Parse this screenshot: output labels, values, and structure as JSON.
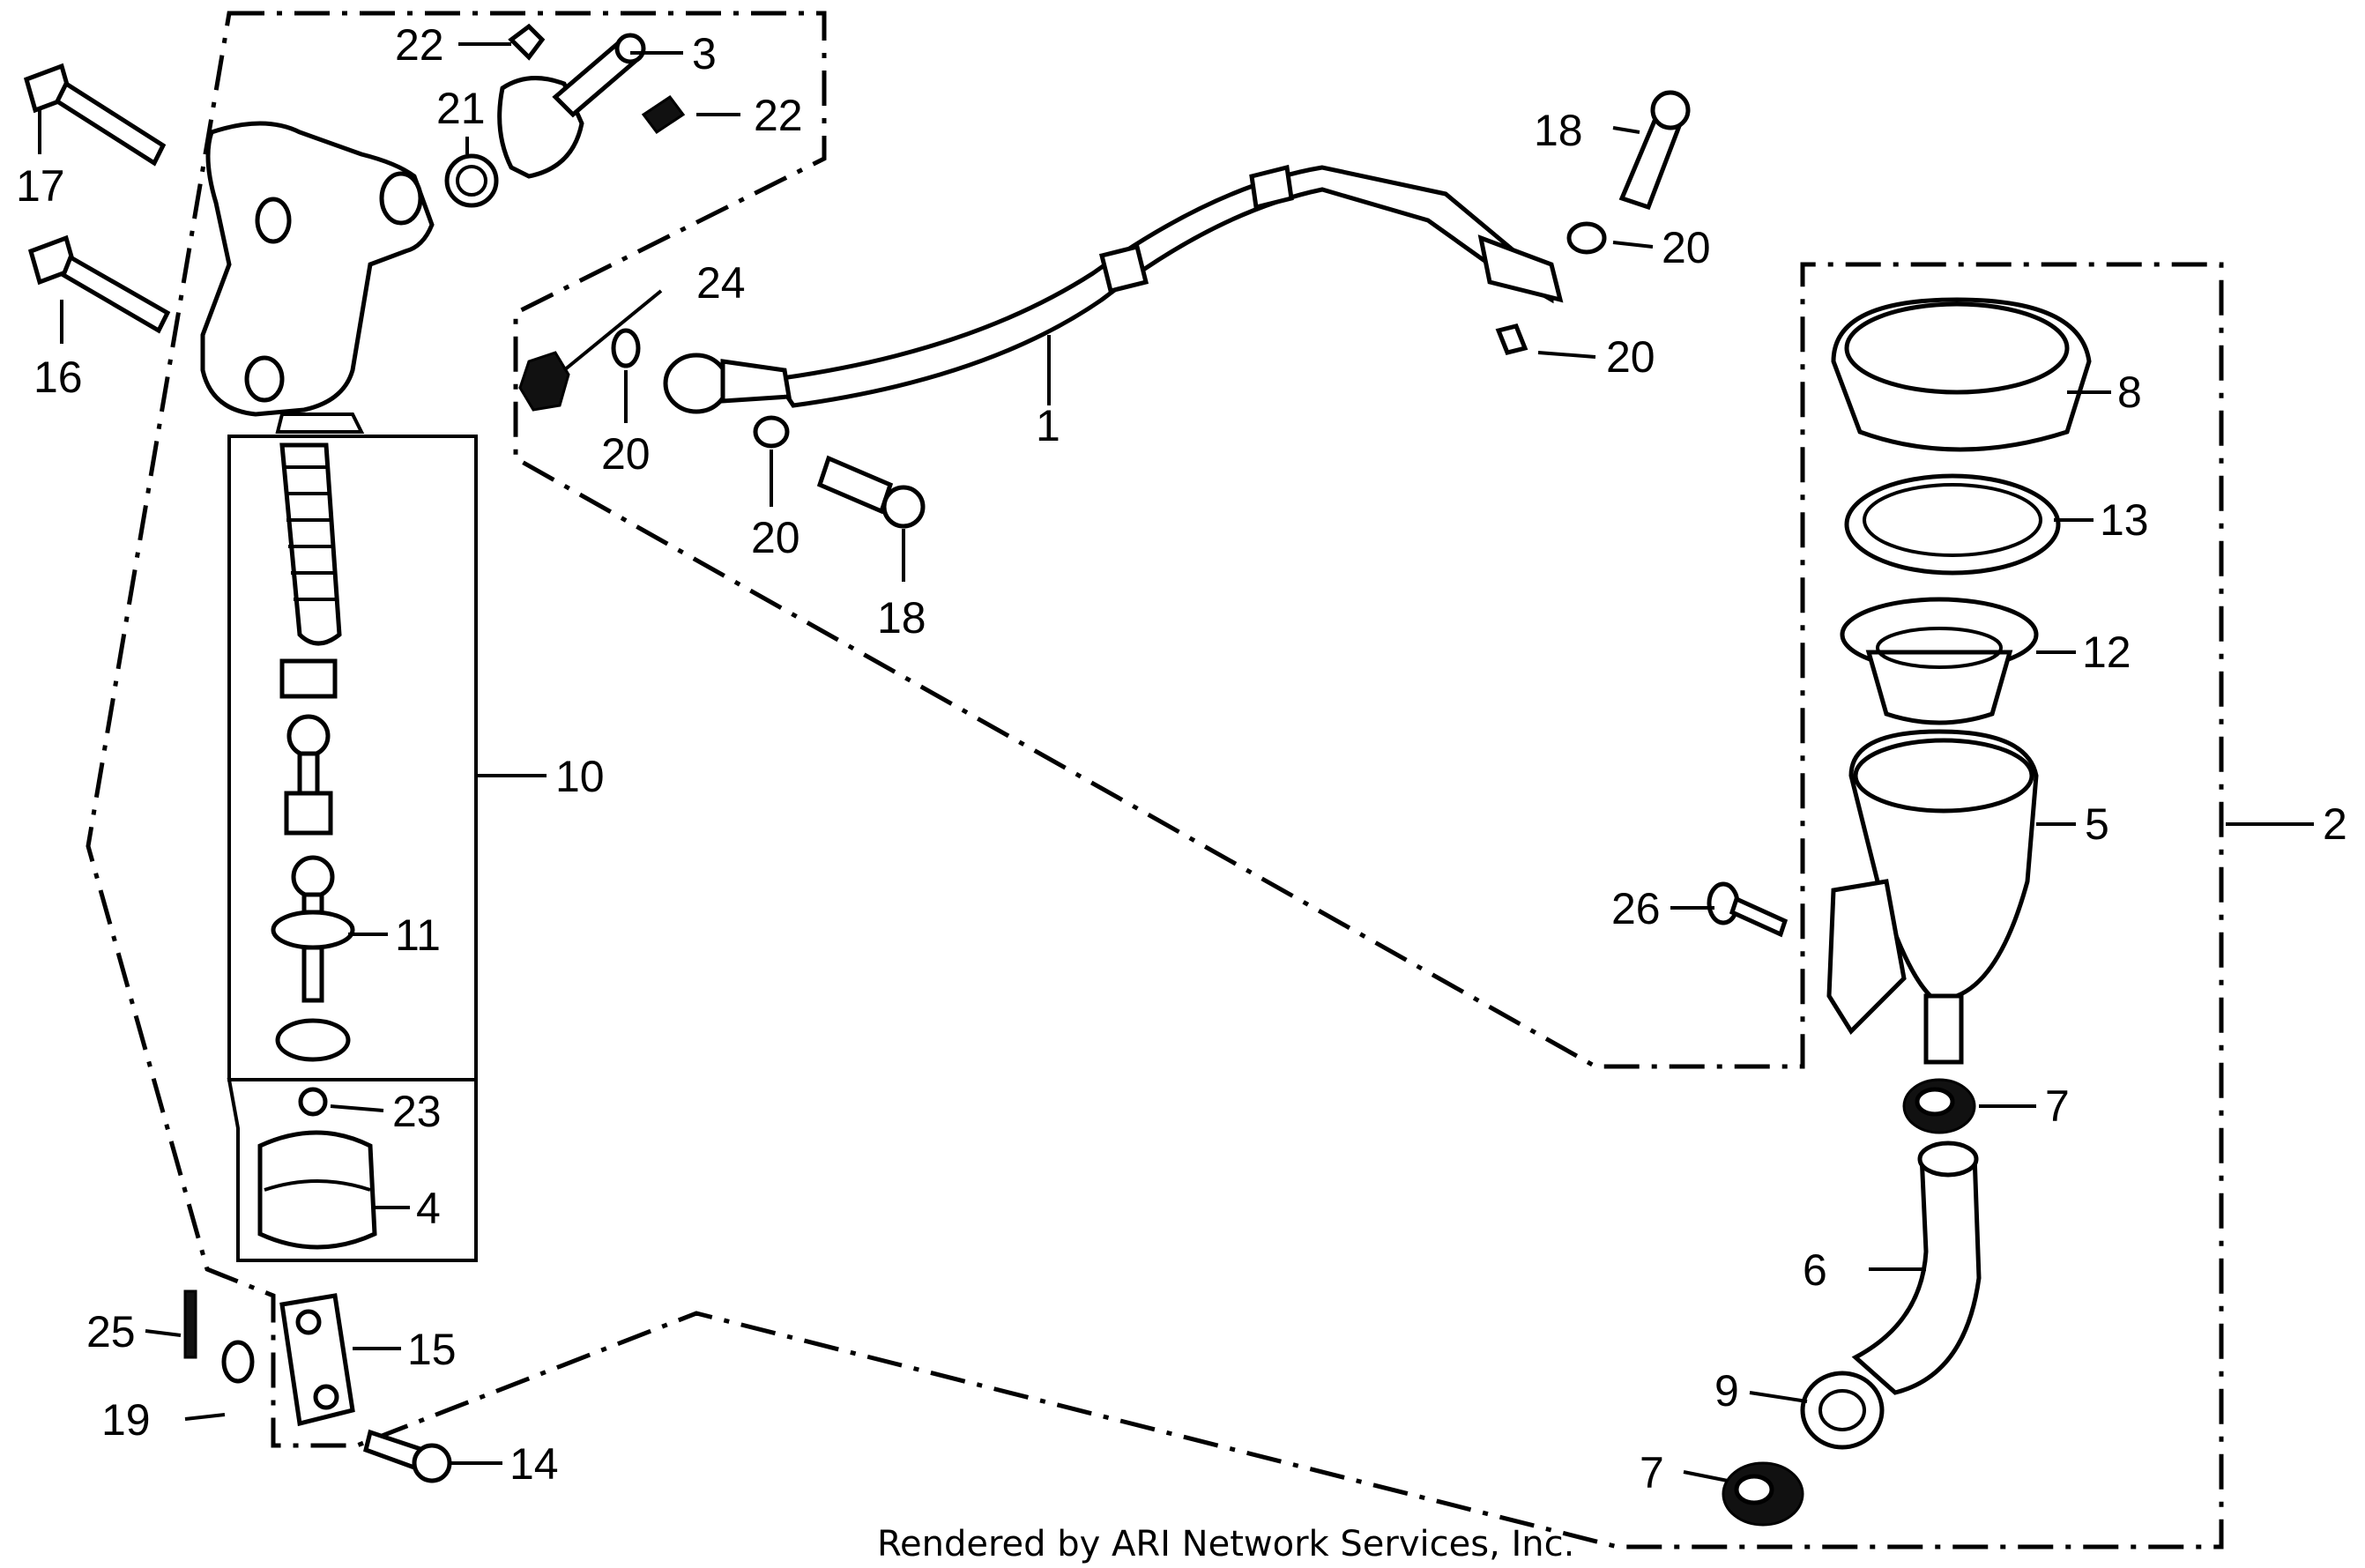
{
  "callouts": [
    {
      "id": "c1",
      "label": "1"
    },
    {
      "id": "c2",
      "label": "2"
    },
    {
      "id": "c3",
      "label": "3"
    },
    {
      "id": "c4",
      "label": "4"
    },
    {
      "id": "c5",
      "label": "5"
    },
    {
      "id": "c6",
      "label": "6"
    },
    {
      "id": "c7a",
      "label": "7"
    },
    {
      "id": "c7b",
      "label": "7"
    },
    {
      "id": "c8",
      "label": "8"
    },
    {
      "id": "c9",
      "label": "9"
    },
    {
      "id": "c10",
      "label": "10"
    },
    {
      "id": "c11",
      "label": "11"
    },
    {
      "id": "c12",
      "label": "12"
    },
    {
      "id": "c13",
      "label": "13"
    },
    {
      "id": "c14",
      "label": "14"
    },
    {
      "id": "c15",
      "label": "15"
    },
    {
      "id": "c16",
      "label": "16"
    },
    {
      "id": "c17",
      "label": "17"
    },
    {
      "id": "c18a",
      "label": "18"
    },
    {
      "id": "c18b",
      "label": "18"
    },
    {
      "id": "c19",
      "label": "19"
    },
    {
      "id": "c20a",
      "label": "20"
    },
    {
      "id": "c20b",
      "label": "20"
    },
    {
      "id": "c20c",
      "label": "20"
    },
    {
      "id": "c20d",
      "label": "20"
    },
    {
      "id": "c21",
      "label": "21"
    },
    {
      "id": "c22a",
      "label": "22"
    },
    {
      "id": "c22b",
      "label": "22"
    },
    {
      "id": "c23",
      "label": "23"
    },
    {
      "id": "c24",
      "label": "24"
    },
    {
      "id": "c25",
      "label": "25"
    },
    {
      "id": "c26",
      "label": "26"
    }
  ],
  "footer": {
    "credit": "Rendered by ARI Network Services, Inc."
  }
}
